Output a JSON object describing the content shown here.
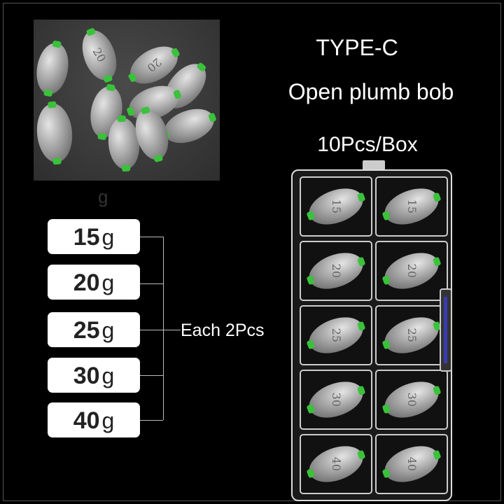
{
  "title": "TYPE-C",
  "subtitle": "Open plumb bob",
  "pack": "10Pcs/Box",
  "stray_unit": "g",
  "weights": [
    {
      "value": "15",
      "unit": "g"
    },
    {
      "value": "20",
      "unit": "g"
    },
    {
      "value": "25",
      "unit": "g"
    },
    {
      "value": "30",
      "unit": "g"
    },
    {
      "value": "40",
      "unit": "g"
    }
  ],
  "each_label": "Each 2Pcs",
  "box_cells": [
    "15",
    "15",
    "20",
    "20",
    "25",
    "25",
    "30",
    "30",
    "40",
    "40"
  ],
  "photo_marks": [
    "20",
    "20"
  ],
  "colors": {
    "accent_green": "#39c23a",
    "background": "#000000"
  }
}
